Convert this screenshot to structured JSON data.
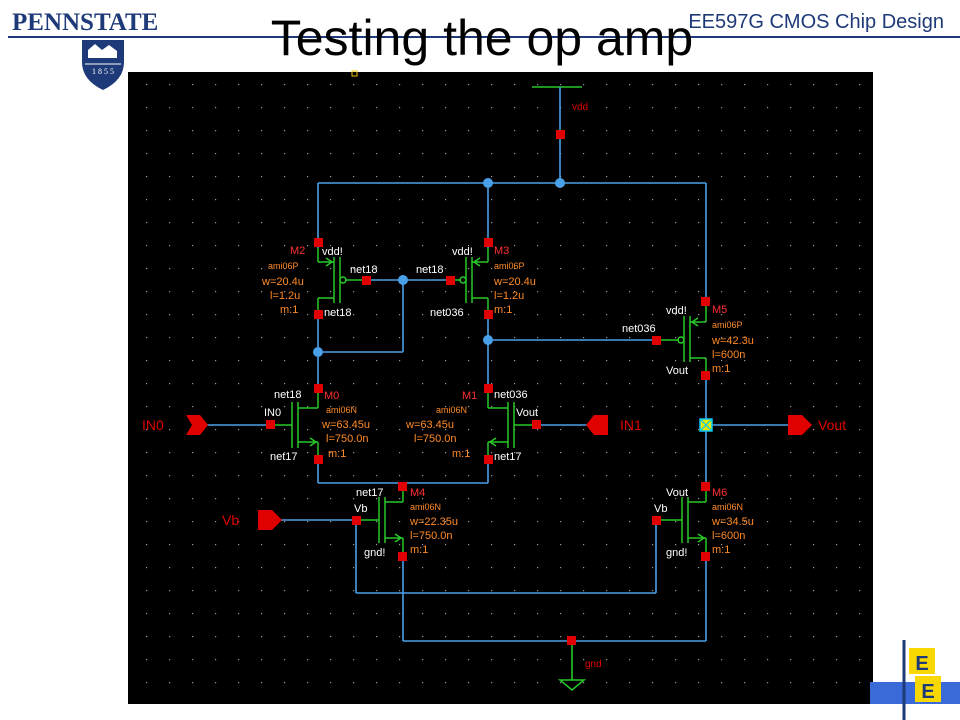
{
  "header": {
    "logo_text": "PENNSTATE",
    "logo_year": "1 8 5 5",
    "title": "Testing the op amp",
    "course": "EE597G CMOS Chip Design"
  },
  "footer_logo": {
    "letter_top": "E",
    "letter_bottom": "E"
  },
  "schematic": {
    "colors": {
      "background": "#000000",
      "wire": "#4aa0e8",
      "device": "#28c828",
      "pin": "#e00000",
      "label": "#ffffff",
      "param": "#ff8a28",
      "dot": "#9a9a9a"
    },
    "supply_labels": {
      "vdd": "vdd",
      "gnd": "gnd"
    },
    "pins": {
      "in0": "IN0",
      "in1": "IN1",
      "vb": "Vb",
      "vout": "Vout"
    },
    "transistors": {
      "m2": {
        "name": "M2",
        "model": "ami06P",
        "w": "w=20.4u",
        "l": "l=1.2u",
        "m": "m:1",
        "term_s": "vdd!",
        "term_g": "net18",
        "term_d": "net18"
      },
      "m3": {
        "name": "M3",
        "model": "ami06P",
        "w": "w=20.4u",
        "l": "l=1.2u",
        "m": "m:1",
        "term_s": "vdd!",
        "term_g": "net18",
        "term_d": "net036"
      },
      "m5": {
        "name": "M5",
        "model": "ami06P",
        "w": "w=42.3u",
        "l": "l=600n",
        "m": "m:1",
        "term_s": "vdd!",
        "term_g": "net036",
        "term_d": "Vout"
      },
      "m0": {
        "name": "M0",
        "model": "ami06N",
        "w": "w=63.45u",
        "l": "l=750.0n",
        "m": "m:1",
        "term_d": "net18",
        "term_g": "IN0",
        "term_s": "net17"
      },
      "m1": {
        "name": "M1",
        "model": "ami06N",
        "w": "w=63.45u",
        "l": "l=750.0n",
        "m": "m:1",
        "term_d": "net036",
        "term_g": "Vout",
        "term_s": "net17"
      },
      "m4": {
        "name": "M4",
        "model": "ami06N",
        "w": "w=22.35u",
        "l": "l=750.0n",
        "m": "m:1",
        "term_d": "net17",
        "term_g": "Vb",
        "term_s": "gnd!"
      },
      "m6": {
        "name": "M6",
        "model": "ami06N",
        "w": "w=34.5u",
        "l": "l=600n",
        "m": "m:1",
        "term_d": "Vout",
        "term_g": "Vb",
        "term_s": "gnd!"
      }
    }
  }
}
